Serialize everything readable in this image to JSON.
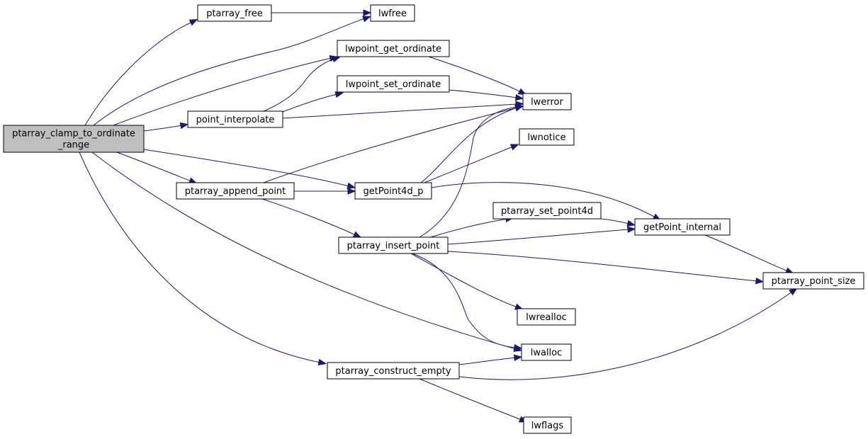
{
  "graph": {
    "edge_color": "#191970",
    "root_fill": "#bfbfbf",
    "nodes": [
      {
        "id": "root",
        "lines": [
          "ptarray_clamp_to_ordinate",
          "_range"
        ],
        "root": true
      },
      {
        "id": "ptarray_free",
        "lines": [
          "ptarray_free"
        ]
      },
      {
        "id": "lwfree",
        "lines": [
          "lwfree"
        ]
      },
      {
        "id": "lwpoint_get_ordinate",
        "lines": [
          "lwpoint_get_ordinate"
        ]
      },
      {
        "id": "lwpoint_set_ordinate",
        "lines": [
          "lwpoint_set_ordinate"
        ]
      },
      {
        "id": "point_interpolate",
        "lines": [
          "point_interpolate"
        ]
      },
      {
        "id": "lwerror",
        "lines": [
          "lwerror"
        ]
      },
      {
        "id": "lwnotice",
        "lines": [
          "lwnotice"
        ]
      },
      {
        "id": "ptarray_append_point",
        "lines": [
          "ptarray_append_point"
        ]
      },
      {
        "id": "getPoint4d_p",
        "lines": [
          "getPoint4d_p"
        ]
      },
      {
        "id": "ptarray_set_point4d",
        "lines": [
          "ptarray_set_point4d"
        ]
      },
      {
        "id": "getPoint_internal",
        "lines": [
          "getPoint_internal"
        ]
      },
      {
        "id": "ptarray_insert_point",
        "lines": [
          "ptarray_insert_point"
        ]
      },
      {
        "id": "ptarray_point_size",
        "lines": [
          "ptarray_point_size"
        ]
      },
      {
        "id": "lwrealloc",
        "lines": [
          "lwrealloc"
        ]
      },
      {
        "id": "lwalloc",
        "lines": [
          "lwalloc"
        ]
      },
      {
        "id": "ptarray_construct_empty",
        "lines": [
          "ptarray_construct_empty"
        ]
      },
      {
        "id": "lwflags",
        "lines": [
          "lwflags"
        ]
      }
    ],
    "edges": [
      [
        "root",
        "ptarray_free"
      ],
      [
        "root",
        "lwfree"
      ],
      [
        "root",
        "lwpoint_get_ordinate"
      ],
      [
        "root",
        "point_interpolate"
      ],
      [
        "root",
        "ptarray_append_point"
      ],
      [
        "root",
        "getPoint4d_p"
      ],
      [
        "root",
        "lwalloc"
      ],
      [
        "root",
        "ptarray_construct_empty"
      ],
      [
        "ptarray_free",
        "lwfree"
      ],
      [
        "lwpoint_get_ordinate",
        "lwerror"
      ],
      [
        "lwpoint_set_ordinate",
        "lwerror"
      ],
      [
        "point_interpolate",
        "lwpoint_get_ordinate"
      ],
      [
        "point_interpolate",
        "lwpoint_set_ordinate"
      ],
      [
        "point_interpolate",
        "lwerror"
      ],
      [
        "ptarray_append_point",
        "lwerror"
      ],
      [
        "ptarray_append_point",
        "getPoint4d_p"
      ],
      [
        "ptarray_append_point",
        "ptarray_insert_point"
      ],
      [
        "getPoint4d_p",
        "lwerror"
      ],
      [
        "getPoint4d_p",
        "lwnotice"
      ],
      [
        "getPoint4d_p",
        "getPoint_internal"
      ],
      [
        "ptarray_insert_point",
        "lwerror"
      ],
      [
        "ptarray_insert_point",
        "ptarray_set_point4d"
      ],
      [
        "ptarray_insert_point",
        "getPoint_internal"
      ],
      [
        "ptarray_insert_point",
        "ptarray_point_size"
      ],
      [
        "ptarray_insert_point",
        "lwrealloc"
      ],
      [
        "ptarray_insert_point",
        "lwalloc"
      ],
      [
        "ptarray_set_point4d",
        "getPoint_internal"
      ],
      [
        "getPoint_internal",
        "ptarray_point_size"
      ],
      [
        "ptarray_construct_empty",
        "lwalloc"
      ],
      [
        "ptarray_construct_empty",
        "ptarray_point_size"
      ],
      [
        "ptarray_construct_empty",
        "lwflags"
      ]
    ]
  }
}
